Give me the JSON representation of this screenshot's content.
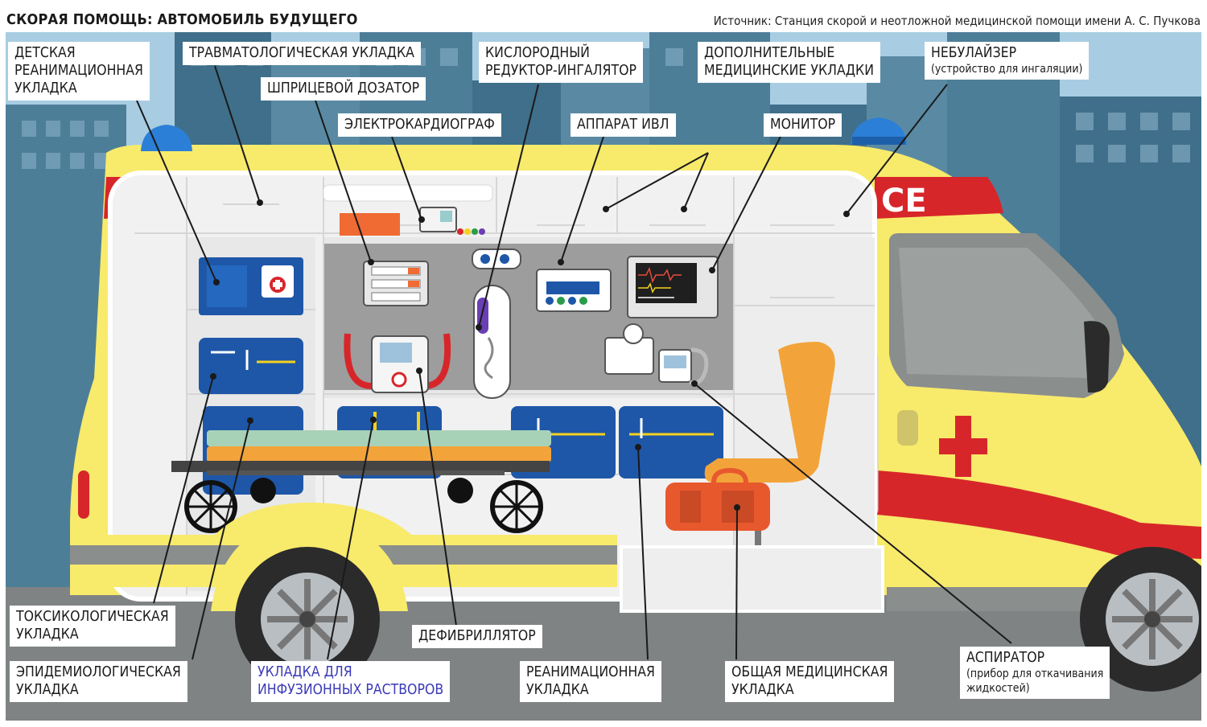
{
  "header": {
    "title": "СКОРАЯ ПОМОЩЬ: АВТОМОБИЛЬ БУДУЩЕГО",
    "source": "Источник: Станция скорой и неотложной медицинской помощи имени А. С. Пучкова"
  },
  "vehicle": {
    "side_lettering": "CE",
    "colors": {
      "body": "#f8ea6b",
      "stripe": "#d7262a",
      "sky": "#a8cde2",
      "buildings": "#4d7e98",
      "road": "#7f8384",
      "interior": "#f1f1f1",
      "cases": "#1e57a8",
      "seat": "#f2a43a",
      "bag": "#e8582d"
    }
  },
  "labels": {
    "child_resus": {
      "lines": [
        "ДЕТСКАЯ",
        "РЕАНИМАЦИОННАЯ",
        "УКЛАДКА"
      ]
    },
    "trauma": {
      "lines": [
        "ТРАВМАТОЛОГИЧЕСКАЯ УКЛАДКА"
      ]
    },
    "syringe": {
      "lines": [
        "ШПРИЦЕВОЙ ДОЗАТОР"
      ]
    },
    "ecg": {
      "lines": [
        "ЭЛЕКТРОКАРДИОГРАФ"
      ]
    },
    "oxygen": {
      "lines": [
        "КИСЛОРОДНЫЙ",
        "РЕДУКТОР-ИНГАЛЯТОР"
      ]
    },
    "ventilator": {
      "lines": [
        "АППАРАТ ИВЛ"
      ]
    },
    "extra": {
      "lines": [
        "ДОПОЛНИТЕЛЬНЫЕ",
        "МЕДИЦИНСКИЕ УКЛАДКИ"
      ]
    },
    "monitor": {
      "lines": [
        "МОНИТОР"
      ]
    },
    "nebulizer": {
      "lines": [
        "НЕБУЛАЙЗЕР"
      ],
      "note": "(устройство для ингаляции)"
    },
    "toxic": {
      "lines": [
        "ТОКСИКОЛОГИЧЕСКАЯ",
        "УКЛАДКА"
      ]
    },
    "epidem": {
      "lines": [
        "ЭПИДЕМИОЛОГИЧЕСКАЯ",
        "УКЛАДКА"
      ]
    },
    "infusion": {
      "lines": [
        "УКЛАДКА ДЛЯ",
        "ИНФУЗИОННЫХ РАСТВОРОВ"
      ]
    },
    "defib": {
      "lines": [
        "ДЕФИБРИЛЛЯТОР"
      ]
    },
    "resus": {
      "lines": [
        "РЕАНИМАЦИОННАЯ",
        "УКЛАДКА"
      ]
    },
    "general": {
      "lines": [
        "ОБЩАЯ МЕДИЦИНСКАЯ",
        "УКЛАДКА"
      ]
    },
    "aspirator": {
      "lines": [
        "АСПИРАТОР"
      ],
      "note": [
        "(прибор для откачивания",
        "жидкостей)"
      ]
    }
  }
}
